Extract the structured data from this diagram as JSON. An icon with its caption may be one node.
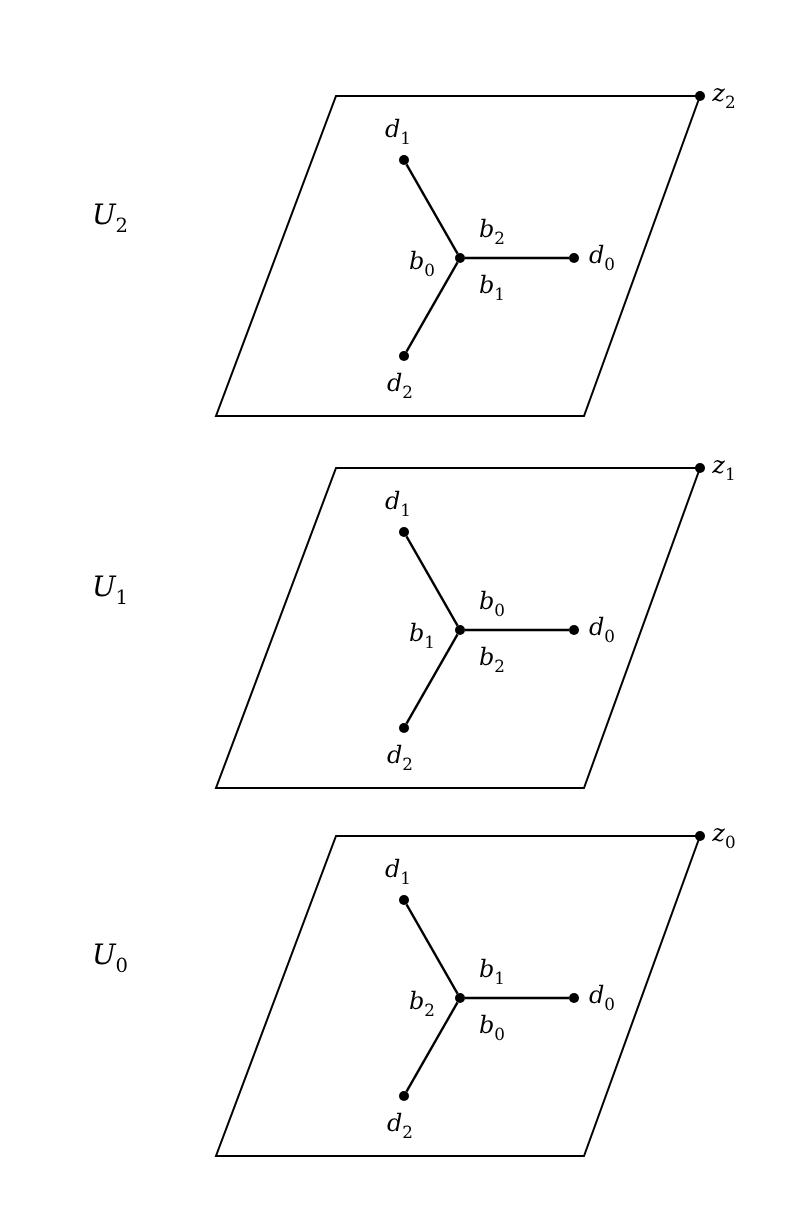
{
  "diagram": {
    "nodes": [
      {
        "text": [],
        "shape": "parallelogram",
        "beside": [
          "U$_{2}$"
        ]
      },
      {
        "text": [],
        "shape": "circle",
        "beside": [
          "z$_{2}$"
        ]
      },
      {
        "text": [],
        "shape": "circle",
        "in": 0,
        "beside": [
          "d$_{1}$"
        ]
      },
      {
        "text": [],
        "shape": "circle",
        "in": 0
      },
      {
        "text": [],
        "shape": "circle",
        "in": 0,
        "beside": [
          "d$_{0}$"
        ]
      },
      {
        "text": [],
        "shape": "circle",
        "in": 0,
        "beside": [
          "d$_{2}$"
        ]
      },
      {
        "text": [],
        "shape": "parallelogram",
        "beside": [
          "U$_{1}$"
        ]
      },
      {
        "text": [],
        "shape": "circle",
        "beside": [
          "z$_{1}$"
        ]
      },
      {
        "text": [],
        "shape": "circle",
        "in": 6,
        "beside": [
          "d$_{1}$"
        ]
      },
      {
        "text": [],
        "shape": "circle",
        "in": 6
      },
      {
        "text": [],
        "shape": "circle",
        "in": 6,
        "beside": [
          "d$_{0}$"
        ]
      },
      {
        "text": [],
        "shape": "circle",
        "in": 6,
        "beside": [
          "d$_{2}$"
        ]
      },
      {
        "text": [],
        "shape": "parallelogram",
        "beside": [
          "U$_{0}$"
        ]
      },
      {
        "text": [],
        "shape": "circle",
        "beside": [
          "z$_{0}$"
        ]
      },
      {
        "text": [],
        "shape": "circle",
        "in": 12,
        "beside": [
          "d$_{1}$"
        ]
      },
      {
        "text": [],
        "shape": "circle",
        "in": 12
      },
      {
        "text": [],
        "shape": "circle",
        "in": 12,
        "beside": [
          "d$_{0}$"
        ]
      },
      {
        "text": [],
        "shape": "circle",
        "in": 12,
        "beside": [
          "d$_{2}$"
        ]
      }
    ],
    "edges": [
      {
        "from": 3,
        "to": 2,
        "arrow": "none"
      },
      {
        "from": 3,
        "to": 4,
        "arrow": "none"
      },
      {
        "from": 3,
        "to": 5,
        "arrow": "none"
      },
      {
        "from": 9,
        "to": 8,
        "arrow": "none"
      },
      {
        "from": 9,
        "to": 10,
        "arrow": "none"
      },
      {
        "from": 9,
        "to": 11,
        "arrow": "none"
      },
      {
        "from": 15,
        "to": 14,
        "arrow": "none"
      },
      {
        "from": 15,
        "to": 16,
        "arrow": "none"
      },
      {
        "from": 15,
        "to": 17,
        "arrow": "none"
      }
    ],
    "labels": [
      "b$_{2}$",
      "b$_{0}$",
      "b$_{1}$",
      "b$_{0}$",
      "b$_{1}$",
      "b$_{2}$",
      "b$_{1}$",
      "b$_{2}$",
      "b$_{0}$"
    ]
  }
}
